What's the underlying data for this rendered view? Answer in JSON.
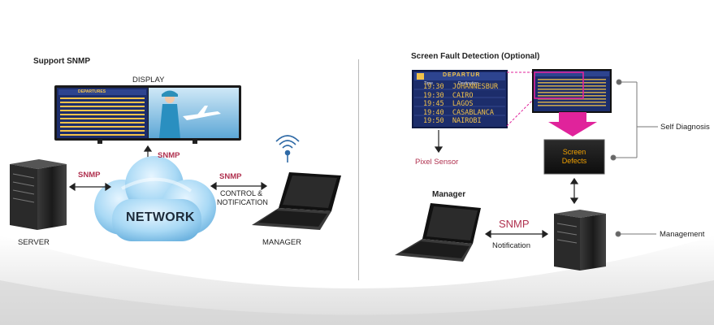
{
  "left_panel": {
    "title": "Support SNMP",
    "display_label": "DISPLAY",
    "server_label": "SERVER",
    "manager_label": "MANAGER",
    "network_label": "NETWORK",
    "snmp_display": "SNMP",
    "snmp_server": "SNMP",
    "snmp_manager": "SNMP",
    "control_line1": "CONTROL &",
    "control_line2": "NOTIFICATION",
    "board_header": "DEPARTURES"
  },
  "right_panel": {
    "title": "Screen Fault Detection (Optional)",
    "board_header": "DEPARTUR",
    "col_time": "Time",
    "col_destination": "Destination",
    "rows": [
      {
        "time": "19:30",
        "dest": "JOHANNESBUR"
      },
      {
        "time": "19:30",
        "dest": "CAIRO"
      },
      {
        "time": "19:45",
        "dest": "LAGOS"
      },
      {
        "time": "19:40",
        "dest": "CASABLANCA"
      },
      {
        "time": "19:50",
        "dest": "NAIROBI"
      }
    ],
    "pixel_sensor": "Pixel Sensor",
    "screen_defects_line1": "Screen",
    "screen_defects_line2": "Defects",
    "manager_label": "Manager",
    "snmp_label": "SNMP",
    "notification_label": "Notification",
    "self_diagnosis": "Self Diagnosis",
    "management": "Management"
  },
  "colors": {
    "snmp": "#b0314f",
    "board_bg": "#1c2d6b",
    "cloud": "#9fd4f2",
    "magenta": "#e0239b"
  }
}
